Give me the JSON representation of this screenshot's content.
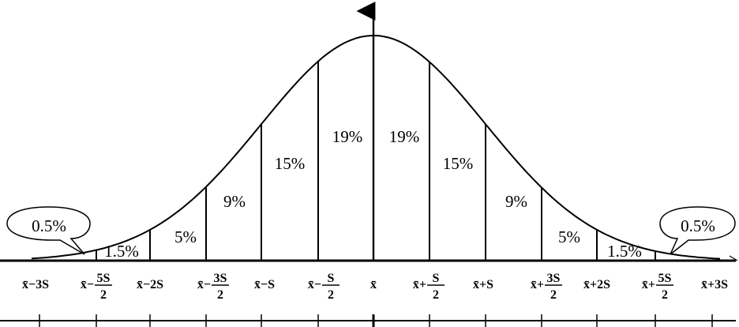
{
  "diagram": {
    "segments": [
      {
        "share": "0.5%"
      },
      {
        "share": "1.5%"
      },
      {
        "share": "5%"
      },
      {
        "share": "9%"
      },
      {
        "share": "15%"
      },
      {
        "share": "19%"
      },
      {
        "share": "19%"
      },
      {
        "share": "15%"
      },
      {
        "share": "9%"
      },
      {
        "share": "5%"
      },
      {
        "share": "1.5%"
      },
      {
        "share": "0.5%"
      }
    ],
    "axis_labels": [
      {
        "base": "x̄−3S",
        "num": "",
        "den": ""
      },
      {
        "base": "x̄−",
        "num": "5S",
        "den": "2"
      },
      {
        "base": "x̄−2S",
        "num": "",
        "den": ""
      },
      {
        "base": "x̄−",
        "num": "3S",
        "den": "2"
      },
      {
        "base": "x̄−S",
        "num": "",
        "den": ""
      },
      {
        "base": "x̄−",
        "num": "S",
        "den": "2"
      },
      {
        "base": "x̄",
        "num": "",
        "den": ""
      },
      {
        "base": "x̄+",
        "num": "S",
        "den": "2"
      },
      {
        "base": "x̄+S",
        "num": "",
        "den": ""
      },
      {
        "base": "x̄+",
        "num": "3S",
        "den": "2"
      },
      {
        "base": "x̄+2S",
        "num": "",
        "den": ""
      },
      {
        "base": "x̄+",
        "num": "5S",
        "den": "2"
      },
      {
        "base": "x̄+3S",
        "num": "",
        "den": ""
      }
    ]
  }
}
